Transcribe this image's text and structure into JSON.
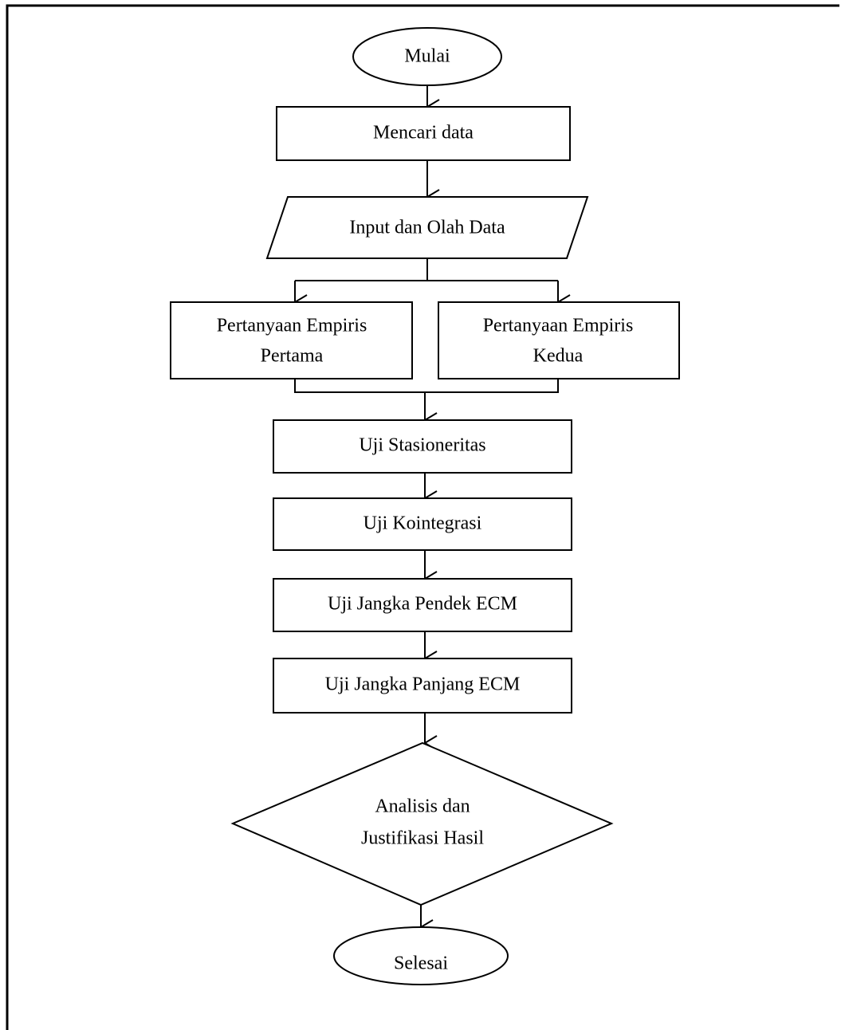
{
  "diagram": {
    "type": "flowchart",
    "colors": {
      "stroke": "#000000",
      "fill": "#ffffff",
      "text": "#000000"
    },
    "nodes": {
      "start": {
        "shape": "terminator",
        "text": "Mulai"
      },
      "search_data": {
        "shape": "process",
        "text": "Mencari data"
      },
      "input_process": {
        "shape": "data",
        "text": "Input dan Olah Data"
      },
      "question_first": {
        "shape": "process",
        "lines": [
          "Pertanyaan Empiris",
          "Pertama"
        ]
      },
      "question_second": {
        "shape": "process",
        "lines": [
          "Pertanyaan Empiris",
          "Kedua"
        ]
      },
      "stationarity": {
        "shape": "process",
        "text": "Uji Stasioneritas"
      },
      "cointegration": {
        "shape": "process",
        "text": "Uji Kointegrasi"
      },
      "short_term_ecm": {
        "shape": "process",
        "text": "Uji Jangka Pendek ECM"
      },
      "long_term_ecm": {
        "shape": "process",
        "text": "Uji Jangka Panjang ECM"
      },
      "analysis": {
        "shape": "decision",
        "lines": [
          "Analisis dan",
          "Justifikasi Hasil"
        ]
      },
      "end": {
        "shape": "terminator",
        "text": "Selesai"
      }
    },
    "edges": [
      {
        "from": "start",
        "to": "search_data"
      },
      {
        "from": "search_data",
        "to": "input_process"
      },
      {
        "from": "input_process",
        "to": "question_first"
      },
      {
        "from": "input_process",
        "to": "question_second"
      },
      {
        "from": "question_first",
        "to": "stationarity"
      },
      {
        "from": "question_second",
        "to": "stationarity"
      },
      {
        "from": "stationarity",
        "to": "cointegration"
      },
      {
        "from": "cointegration",
        "to": "short_term_ecm"
      },
      {
        "from": "short_term_ecm",
        "to": "long_term_ecm"
      },
      {
        "from": "long_term_ecm",
        "to": "analysis"
      },
      {
        "from": "analysis",
        "to": "end"
      }
    ]
  }
}
